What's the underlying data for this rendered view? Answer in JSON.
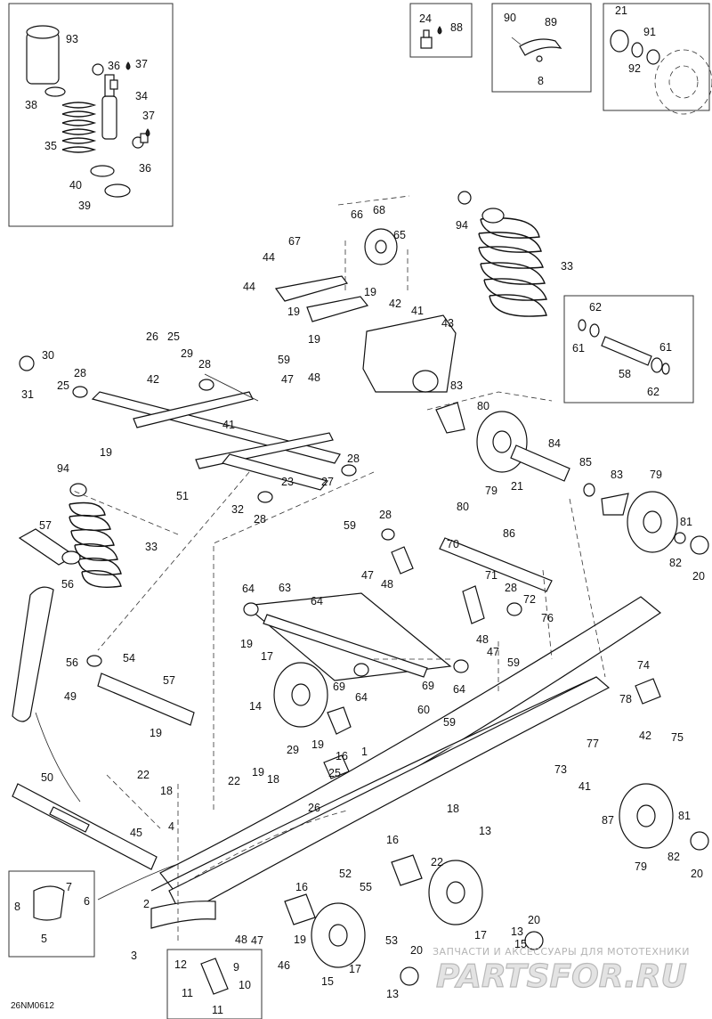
{
  "diagram": {
    "code": "26NM0612",
    "watermark_line": "ЗАПЧАСТИ И АКСЕССУАРЫ ДЛЯ МОТОТЕХНИКИ",
    "watermark_brand": "PARTSFOR.RU",
    "colors": {
      "line": "#111111",
      "dash": "#333333",
      "watermark": "#b4b4b4",
      "background": "#ffffff"
    }
  },
  "callouts": {
    "n93": "93",
    "n36a": "36",
    "n37a": "37",
    "n38": "38",
    "n34": "34",
    "n35": "35",
    "n37b": "37",
    "n40": "40",
    "n36b": "36",
    "n39": "39",
    "n24": "24",
    "n88": "88",
    "n90": "90",
    "n89": "89",
    "n8a": "8",
    "n21a": "21",
    "n91": "91",
    "n92": "92",
    "n66": "66",
    "n68": "68",
    "n65": "65",
    "n67": "67",
    "n44a": "44",
    "n44b": "44",
    "n19a": "19",
    "n42a": "42",
    "n19b": "19",
    "n41a": "41",
    "n43": "43",
    "n19c": "19",
    "n59a": "59",
    "n47a": "47",
    "n48a": "48",
    "n94a": "94",
    "n33a": "33",
    "n62a": "62",
    "n61a": "61",
    "n61b": "61",
    "n58": "58",
    "n62b": "62",
    "n26a": "26",
    "n25a": "25",
    "n29a": "29",
    "n30": "30",
    "n28a": "28",
    "n28b": "28",
    "n31": "31",
    "n25b": "25",
    "n42b": "42",
    "n41b": "41",
    "n19d": "19",
    "n51": "51",
    "n23": "23",
    "n27": "27",
    "n28c": "28",
    "n32": "32",
    "n28d": "28",
    "n83a": "83",
    "n80a": "80",
    "n84": "84",
    "n85": "85",
    "n79a": "79",
    "n21b": "21",
    "n83b": "83",
    "n79b": "79",
    "n81a": "81",
    "n82a": "82",
    "n20a": "20",
    "n94b": "94",
    "n57a": "57",
    "n33b": "33",
    "n56a": "56",
    "n28e": "28",
    "n59b": "59",
    "n80b": "80",
    "n70": "70",
    "n86": "86",
    "n47b": "47",
    "n48b": "48",
    "n71": "71",
    "n28f": "28",
    "n72": "72",
    "n64a": "64",
    "n63": "63",
    "n64b": "64",
    "n76": "76",
    "n48c": "48",
    "n47c": "47",
    "n59c": "59",
    "n19e": "19",
    "n17a": "17",
    "n69a": "69",
    "n69b": "69",
    "n64c": "64",
    "n64d": "64",
    "n14": "14",
    "n60": "60",
    "n59d": "59",
    "n56b": "56",
    "n54": "54",
    "n57b": "57",
    "n49": "49",
    "n74": "74",
    "n78": "78",
    "n42c": "42",
    "n75": "75",
    "n77": "77",
    "n19f": "19",
    "n16a": "16",
    "n29b": "29",
    "n1": "1",
    "n19g": "19",
    "n22a": "22",
    "n18a": "18",
    "n25c": "25",
    "n73": "73",
    "n41c": "41",
    "n50": "50",
    "n22b": "22",
    "n19h": "19",
    "n18b": "18",
    "n26b": "26",
    "n18c": "18",
    "n13a": "13",
    "n87": "87",
    "n45": "45",
    "n4": "4",
    "n22c": "22",
    "n16b": "16",
    "n81b": "81",
    "n82b": "82",
    "n79c": "79",
    "n20b": "20",
    "n8b": "8",
    "n7": "7",
    "n6": "6",
    "n5": "5",
    "n2": "2",
    "n52": "52",
    "n16c": "16",
    "n55": "55",
    "n48d": "48",
    "n47d": "47",
    "n19i": "19",
    "n53": "53",
    "n17b": "17",
    "n13b": "13",
    "n15a": "15",
    "n20c": "20",
    "n46": "46",
    "n15b": "15",
    "n17c": "17",
    "n20d": "20",
    "n13c": "13",
    "n3": "3",
    "n12": "12",
    "n9": "9",
    "n11a": "11",
    "n10": "10",
    "n11b": "11"
  }
}
